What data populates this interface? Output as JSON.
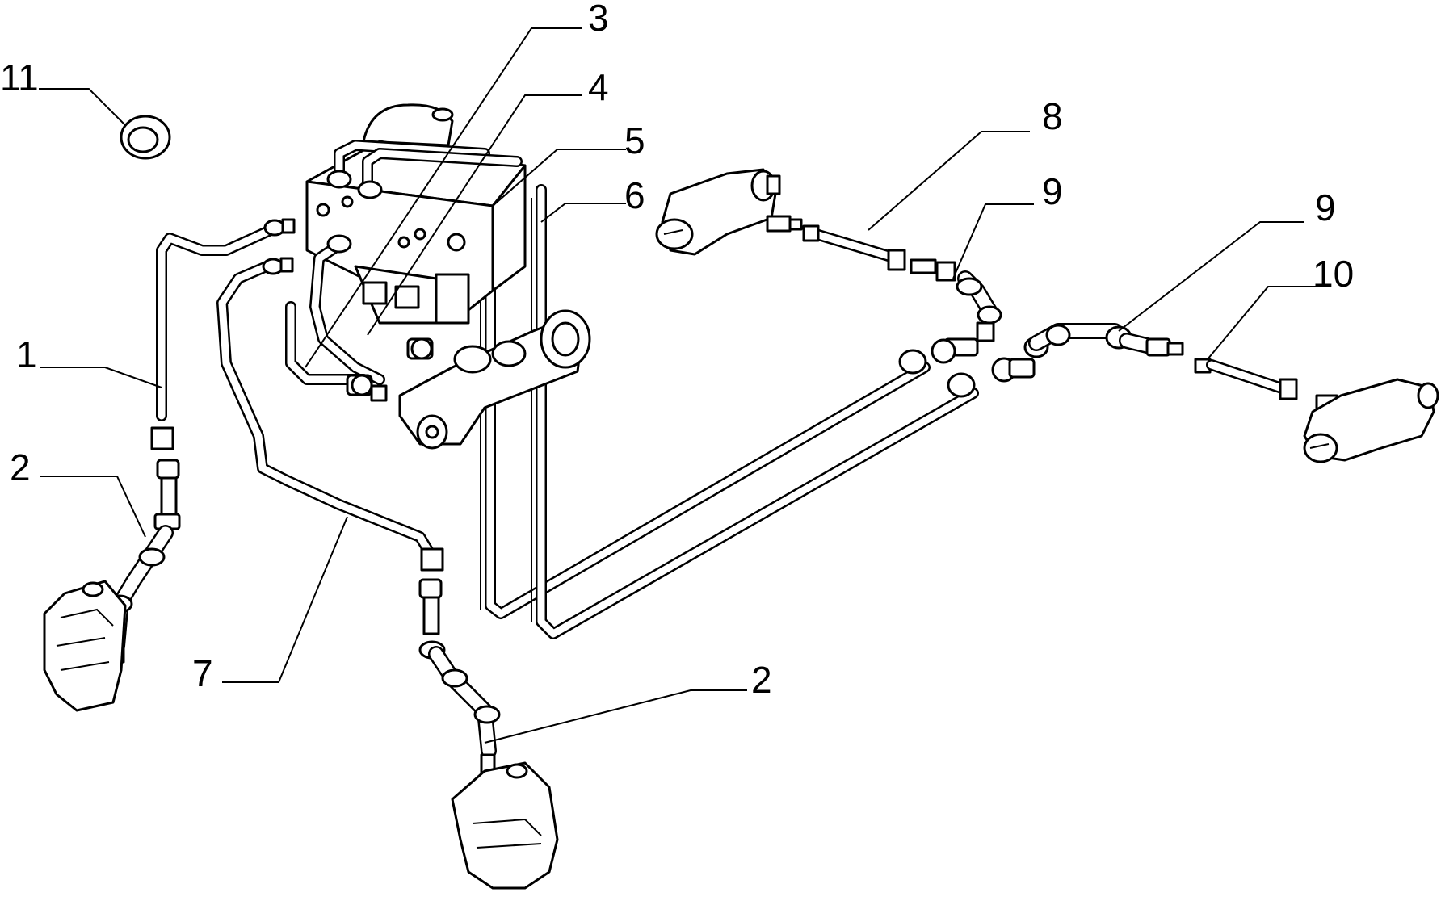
{
  "callouts": [
    {
      "id": "c11",
      "text": "11"
    },
    {
      "id": "c3",
      "text": "3"
    },
    {
      "id": "c4",
      "text": "4"
    },
    {
      "id": "c5",
      "text": "5"
    },
    {
      "id": "c6",
      "text": "6"
    },
    {
      "id": "c8",
      "text": "8"
    },
    {
      "id": "c9a",
      "text": "9"
    },
    {
      "id": "c9b",
      "text": "9"
    },
    {
      "id": "c10",
      "text": "10"
    },
    {
      "id": "c1",
      "text": "1"
    },
    {
      "id": "c2a",
      "text": "2"
    },
    {
      "id": "c7",
      "text": "7"
    },
    {
      "id": "c2b",
      "text": "2"
    }
  ]
}
